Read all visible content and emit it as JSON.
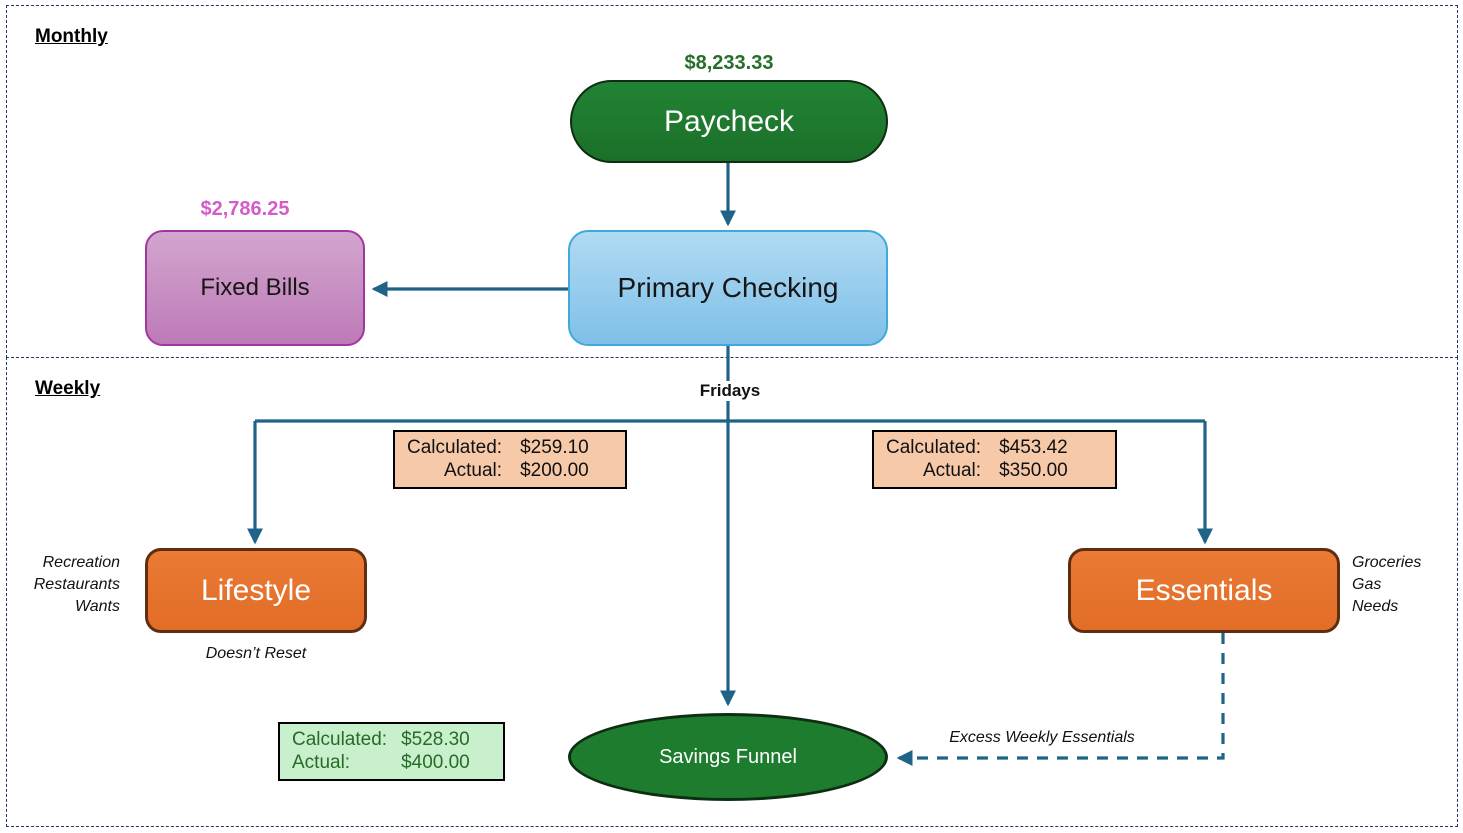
{
  "sections": {
    "monthly": {
      "label": "Monthly"
    },
    "weekly": {
      "label": "Weekly"
    }
  },
  "nodes": {
    "paycheck": {
      "label": "Paycheck",
      "amount": "$8,233.33"
    },
    "primary_checking": {
      "label": "Primary Checking"
    },
    "fixed_bills": {
      "label": "Fixed Bills",
      "amount": "$2,786.25"
    },
    "lifestyle": {
      "label": "Lifestyle"
    },
    "essentials": {
      "label": "Essentials"
    },
    "savings_funnel": {
      "label": "Savings Funnel"
    }
  },
  "labels": {
    "fridays": "Fridays",
    "doesnt_reset": "Doesn’t Reset",
    "excess_weekly_essentials": "Excess Weekly Essentials",
    "lifestyle_tags": [
      "Recreation",
      "Restaurants",
      "Wants"
    ],
    "essentials_tags": [
      "Groceries",
      "Gas",
      "Needs"
    ]
  },
  "calc_boxes": {
    "lifestyle": {
      "calculated_label": "Calculated:",
      "calculated_value": "$259.10",
      "actual_label": "Actual:",
      "actual_value": "$200.00"
    },
    "essentials": {
      "calculated_label": "Calculated:",
      "calculated_value": "$453.42",
      "actual_label": "Actual:",
      "actual_value": "$350.00"
    },
    "savings": {
      "calculated_label": "Calculated:",
      "calculated_value": "$528.30",
      "actual_label": "Actual:",
      "actual_value": "$400.00"
    }
  },
  "colors": {
    "connector": "#1f6488",
    "section_border": "#1f3864",
    "green_node": "#1e7c2e",
    "orange_node": "#e8742e",
    "purple_node": "#bd7ab8",
    "blue_node": "#8ec7ec",
    "peach_box": "#f6c9a9",
    "light_green_box": "#c9f0cd",
    "magenta_amount": "#d45cc8",
    "green_amount": "#276e2b"
  }
}
